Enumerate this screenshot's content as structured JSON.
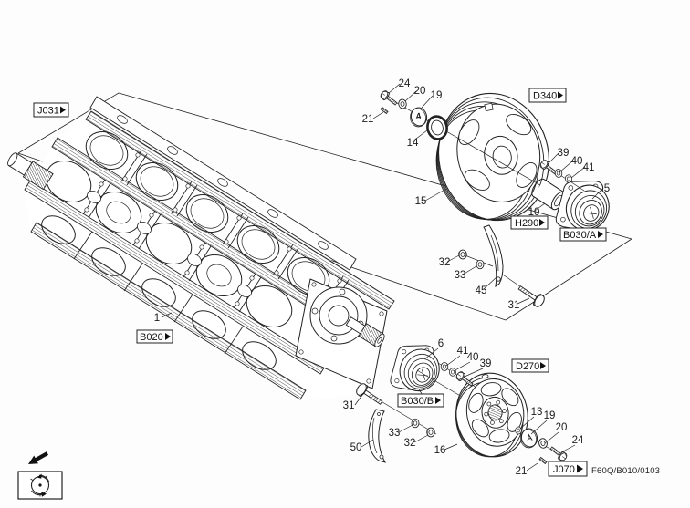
{
  "page": {
    "footer_code": "F60Q/B010/0103",
    "background": "#fdfdfd"
  },
  "colors": {
    "line": "#1b1b1b",
    "paper": "#fdfdfd"
  },
  "reference_tags": {
    "j031": "J031",
    "b020": "B020",
    "d340": "D340",
    "h290": "H290",
    "b030a": "B030/A",
    "d270": "D270",
    "b030b": "B030/B",
    "j070": "J070"
  },
  "callouts": [
    "24",
    "20",
    "19",
    "21",
    "14",
    "15",
    "39",
    "40",
    "41",
    "5",
    "10",
    "32",
    "33",
    "45",
    "31",
    "1",
    "6",
    "41",
    "40",
    "39",
    "31",
    "33",
    "32",
    "50",
    "16",
    "13",
    "19",
    "20",
    "24",
    "21"
  ],
  "icons": {
    "ref_arrow": "arrow-right-icon",
    "direction_arrow": "view-direction-arrow-icon",
    "rotation_indicator": "crankshaft-rotation-icon"
  }
}
